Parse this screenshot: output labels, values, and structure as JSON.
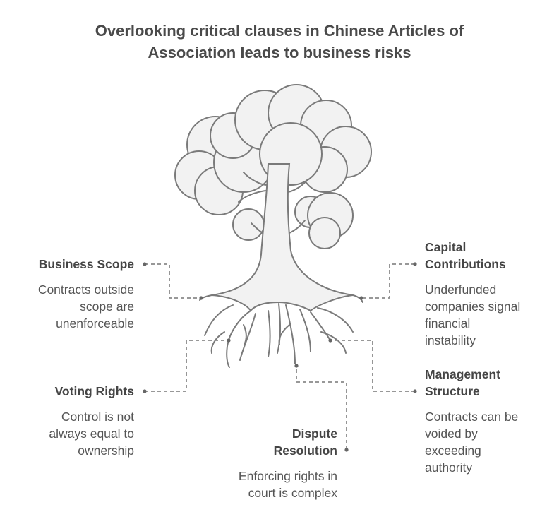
{
  "title": {
    "line1": "Overlooking critical clauses in Chinese Articles of",
    "line2": "Association leads to business risks"
  },
  "items": {
    "business_scope": {
      "label": [
        "Business Scope"
      ],
      "desc": [
        "Contracts outside",
        "scope are",
        "unenforceable"
      ]
    },
    "capital_contributions": {
      "label": [
        "Capital",
        "Contributions"
      ],
      "desc": [
        "Underfunded",
        "companies signal",
        "financial",
        "instability"
      ]
    },
    "voting_rights": {
      "label": [
        "Voting Rights"
      ],
      "desc": [
        "Control is not",
        "always equal to",
        "ownership"
      ]
    },
    "management_structure": {
      "label": [
        "Management",
        "Structure"
      ],
      "desc": [
        "Contracts can be",
        "voided by",
        "exceeding",
        "authority"
      ]
    },
    "dispute_resolution": {
      "label": [
        "Dispute",
        "Resolution"
      ],
      "desc": [
        "Enforcing rights in",
        "court is complex"
      ]
    }
  },
  "colors": {
    "stroke": "#7a7a7a",
    "fill": "#f2f2f2",
    "connector": "#8a8a8a",
    "title": "#4a4a4a"
  }
}
